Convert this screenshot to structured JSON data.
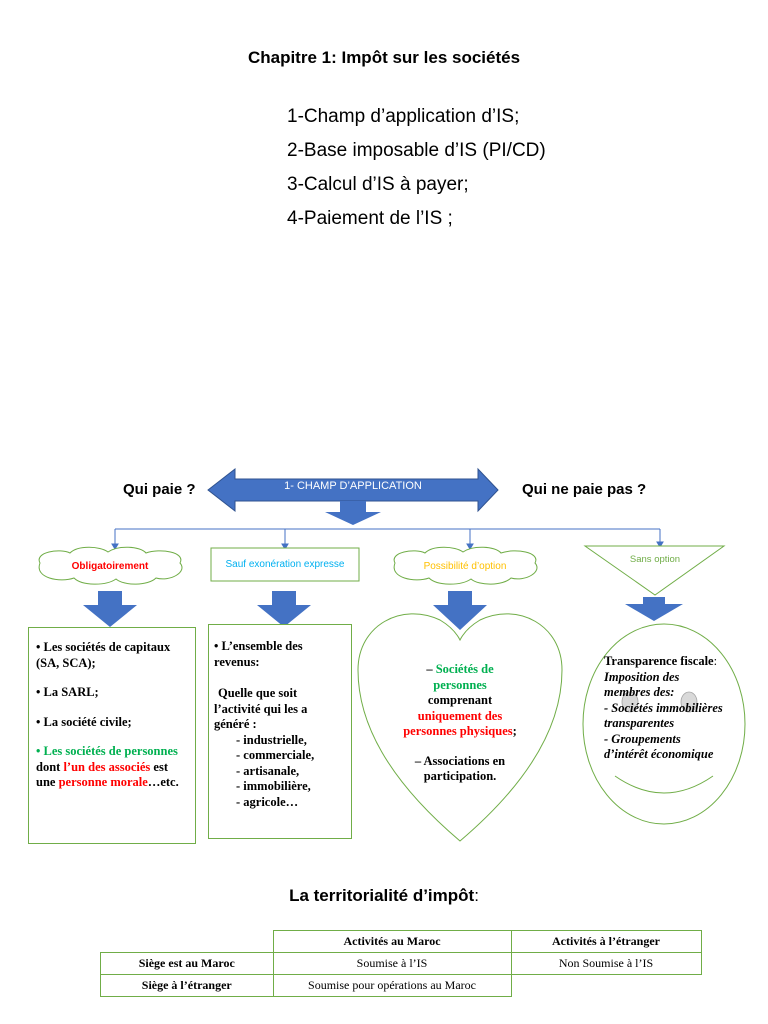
{
  "chapter_title": "Chapitre 1: Impôt sur les sociétés",
  "outline": [
    "1-Champ d’application d’IS;",
    "2-Base imposable d’IS (PI/CD)",
    "3-Calcul d’IS à payer;",
    "4-Paiement de l’IS ;"
  ],
  "diagram": {
    "center_arrow_label": "1- CHAMP D’APPLICATION",
    "left_question": "Qui paie ?",
    "right_question": "Qui ne paie pas ?",
    "categories": [
      "Obligatoirement",
      "Sauf exonération expresse",
      "Possibilité d’option",
      "Sans option"
    ],
    "obligatoire_box": {
      "item1": "• Les sociétés de capitaux (SA, SCA);",
      "item2": "• La SARL;",
      "item3": "• La société civile;",
      "item4_bullet": "• ",
      "item4_green": "Les sociétés de personnes",
      "item4_dont": " dont ",
      "item4_red": "l’un des associés",
      "item4_mid": " est une ",
      "item4_red2": "personne morale",
      "item4_end": "…etc."
    },
    "exoneration_box": {
      "line1": "• L’ensemble des revenus:",
      "line2": "Quelle que soit l’activité qui les a généré :",
      "items": [
        "- industrielle,",
        "- commerciale,",
        "- artisanale,",
        "- immobilière,",
        "- agricole…"
      ]
    },
    "option_box": {
      "dash": "– ",
      "green": "Sociétés de personnes",
      "mid": "comprenant",
      "red": "uniquement des personnes physiques",
      "semi": ";",
      "item2": "– Associations en participation."
    },
    "sans_option_box": {
      "line1": "Transparence fiscale",
      "colon": ":",
      "line2": "Imposition des membres des:",
      "line3": "- Sociétés immobilières transparentes",
      "line4": "- Groupements d’intérêt économique"
    }
  },
  "territoriality": {
    "title": "La territorialité d’impôt",
    "colon": ":",
    "headers": [
      "Activités au Maroc",
      "Activités à l’étranger"
    ],
    "rows": [
      {
        "label": "Siège est au Maroc",
        "cells": [
          "Soumise à l’IS",
          "Non Soumise à l’IS"
        ]
      },
      {
        "label": "Siège à l’étranger",
        "cells": [
          "Soumise pour opérations au Maroc",
          ""
        ]
      }
    ]
  },
  "colors": {
    "arrow_blue": "#4472c4",
    "border_green": "#70ad47",
    "text_red": "#ff0000",
    "text_green": "#00b050",
    "text_orange": "#ffc000",
    "text_cyan": "#00b0f0"
  }
}
